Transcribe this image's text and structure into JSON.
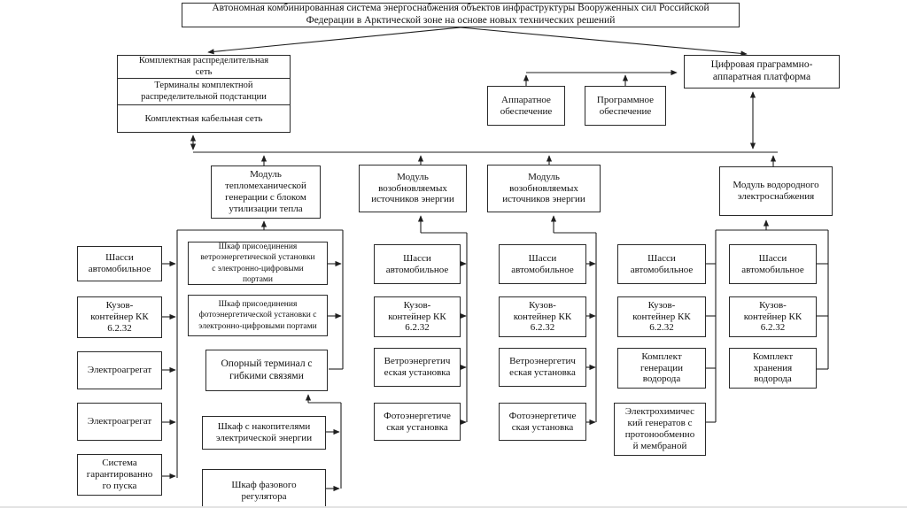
{
  "root": {
    "title": "Автономная комбинированная система энергоснабжения объектов инфраструктуры Вооруженных сил Российской\nФедерации в Арктической зоне на основе новых технических решений"
  },
  "kru": {
    "cells": [
      "Комплектная распределительная\nсеть",
      "Терминалы комплектной\nраспределительной подстанции",
      "Комплектная кабельная сеть"
    ]
  },
  "platform": {
    "title": "Цифровая праграммно-\nаппаратная платформа",
    "hardware": "Аппаратное\nобеспечение",
    "software": "Программное\nобеспечение"
  },
  "modules": {
    "thermomechanical": "Модуль\nтепломеханической\nгенерации с блоком\nутилизации тепла",
    "renewable": "Модуль\nвозобновляемых\nисточников энергии",
    "hydrogen": "Модуль водородного\nэлектроснабжения"
  },
  "units": {
    "chassis": "Шасси\nавтомобильное",
    "container": "Кузов-\nконтейнер КК\n6.2.32",
    "genset": "Электроагрегат",
    "start_system": "Система\nгарантированно\nго пуска",
    "wind_cabinet": "Шкаф присоединения\nветроэнергетической установки\nс электронно-цифровыми\nпортами",
    "solar_cabinet": "Шкаф присоединения\nфотоэнергетической установки с\nэлектронно-цифровыми портами",
    "support_terminal": "Опорный терминал с\nгибкими связями",
    "storage_cabinet": "Шкаф с накопителями\nэлектрической энергии",
    "phase_cabinet": "Шкаф фазового\nрегулятора",
    "wind_unit": "Ветроэнергетич\nеская установка",
    "solar_unit": "Фотоэнергетиче\nская установка",
    "h2_generation": "Комплект\nгенерации\nводорода",
    "electrochemical": "Электрохимичес\nкий генератов с\nпротонообменно\nй мембраной",
    "h2_storage": "Комплект\nхранения\nводорода"
  },
  "colors": {
    "line": "#1f1f1f",
    "box_border": "#2a2a2a",
    "background": "#ffffff"
  }
}
